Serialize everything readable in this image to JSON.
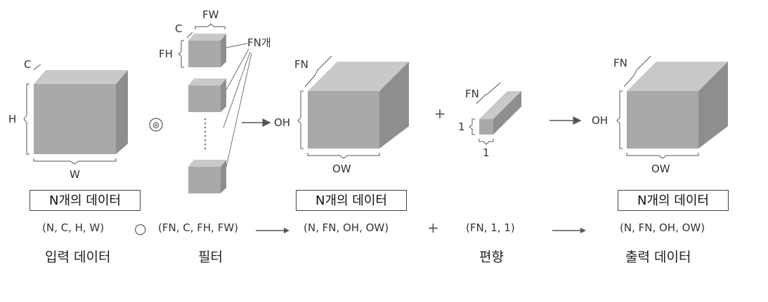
{
  "input": {
    "channel": "C",
    "height": "H",
    "width": "W",
    "batch_box": "N개의 데이터",
    "shape": "(N, C, H, W)",
    "name": "입력 데이터"
  },
  "filter": {
    "channel": "C",
    "width": "FW",
    "height": "FH",
    "count": "FN개",
    "shape": "(FN, C, FH, FW)",
    "name": "필터"
  },
  "conv_result": {
    "channel": "FN",
    "height": "OH",
    "width": "OW",
    "batch_box": "N개의 데이터",
    "shape": "(N, FN, OH, OW)"
  },
  "bias": {
    "channel": "FN",
    "height": "1",
    "width": "1",
    "shape": "(FN, 1, 1)",
    "name": "편향"
  },
  "output": {
    "channel": "FN",
    "height": "OH",
    "width": "OW",
    "batch_box": "N개의 데이터",
    "shape": "(N, FN, OH, OW)",
    "name": "출력 데이터"
  },
  "operators": {
    "conv_symbol": "⊛",
    "conv_symbol_bottom": "○",
    "plus": "+"
  },
  "colors": {
    "cube_front": "#a9a9a9",
    "cube_top": "#c9c9c9",
    "cube_side": "#8e8e8e",
    "line": "#555555"
  }
}
